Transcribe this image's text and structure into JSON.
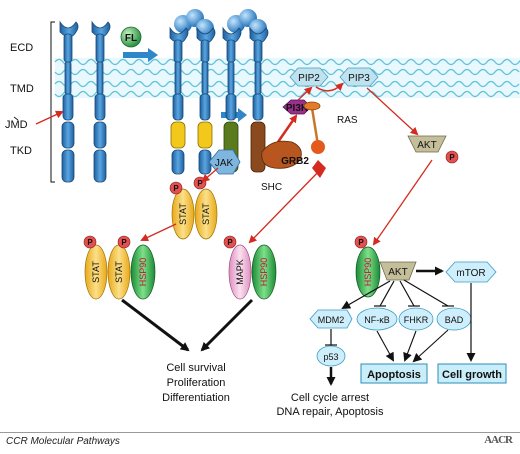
{
  "domains": {
    "ecd": "ECD",
    "tmd": "TMD",
    "jmd": "JMD",
    "tkd": "TKD"
  },
  "ligand": "FL",
  "lipids": {
    "pip2": "PIP2",
    "pip3": "PIP3"
  },
  "proteins": {
    "pi3k": "PI3K",
    "ras": "RAS",
    "grb2": "GRB2",
    "shc": "SHC",
    "jak": "JAK",
    "akt_top": "AKT",
    "akt_main": "AKT",
    "stat": "STAT",
    "hsp90": "HSP90",
    "mapk": "MAPK",
    "mtor": "mTOR",
    "mdm2": "MDM2",
    "nfkb": "NF-κB",
    "fhkr": "FHKR",
    "bad": "BAD",
    "p53": "p53"
  },
  "phospho": "P",
  "outcomes": {
    "survival": [
      "Cell survival",
      "Proliferation",
      "Differentiation"
    ],
    "arrest": [
      "Cell cycle arrest",
      "DNA repair, Apoptosis"
    ],
    "apoptosis": "Apoptosis",
    "growth": "Cell growth"
  },
  "footer": {
    "title": "CCR Molecular Pathways",
    "logo": "AACR"
  },
  "colors": {
    "receptor": "#2f86c8",
    "membrane": "#74cfe6",
    "stat": "#f3c23c",
    "hsp90": "#2fae4a",
    "mapk": "#f0bcd8",
    "akt": "#c4bf9a",
    "grb2": "#b8561f",
    "pi3k": "#9b2f8c",
    "arrow": "#d42a1f",
    "phospho": "#e25050",
    "box": "#c9eefa"
  }
}
